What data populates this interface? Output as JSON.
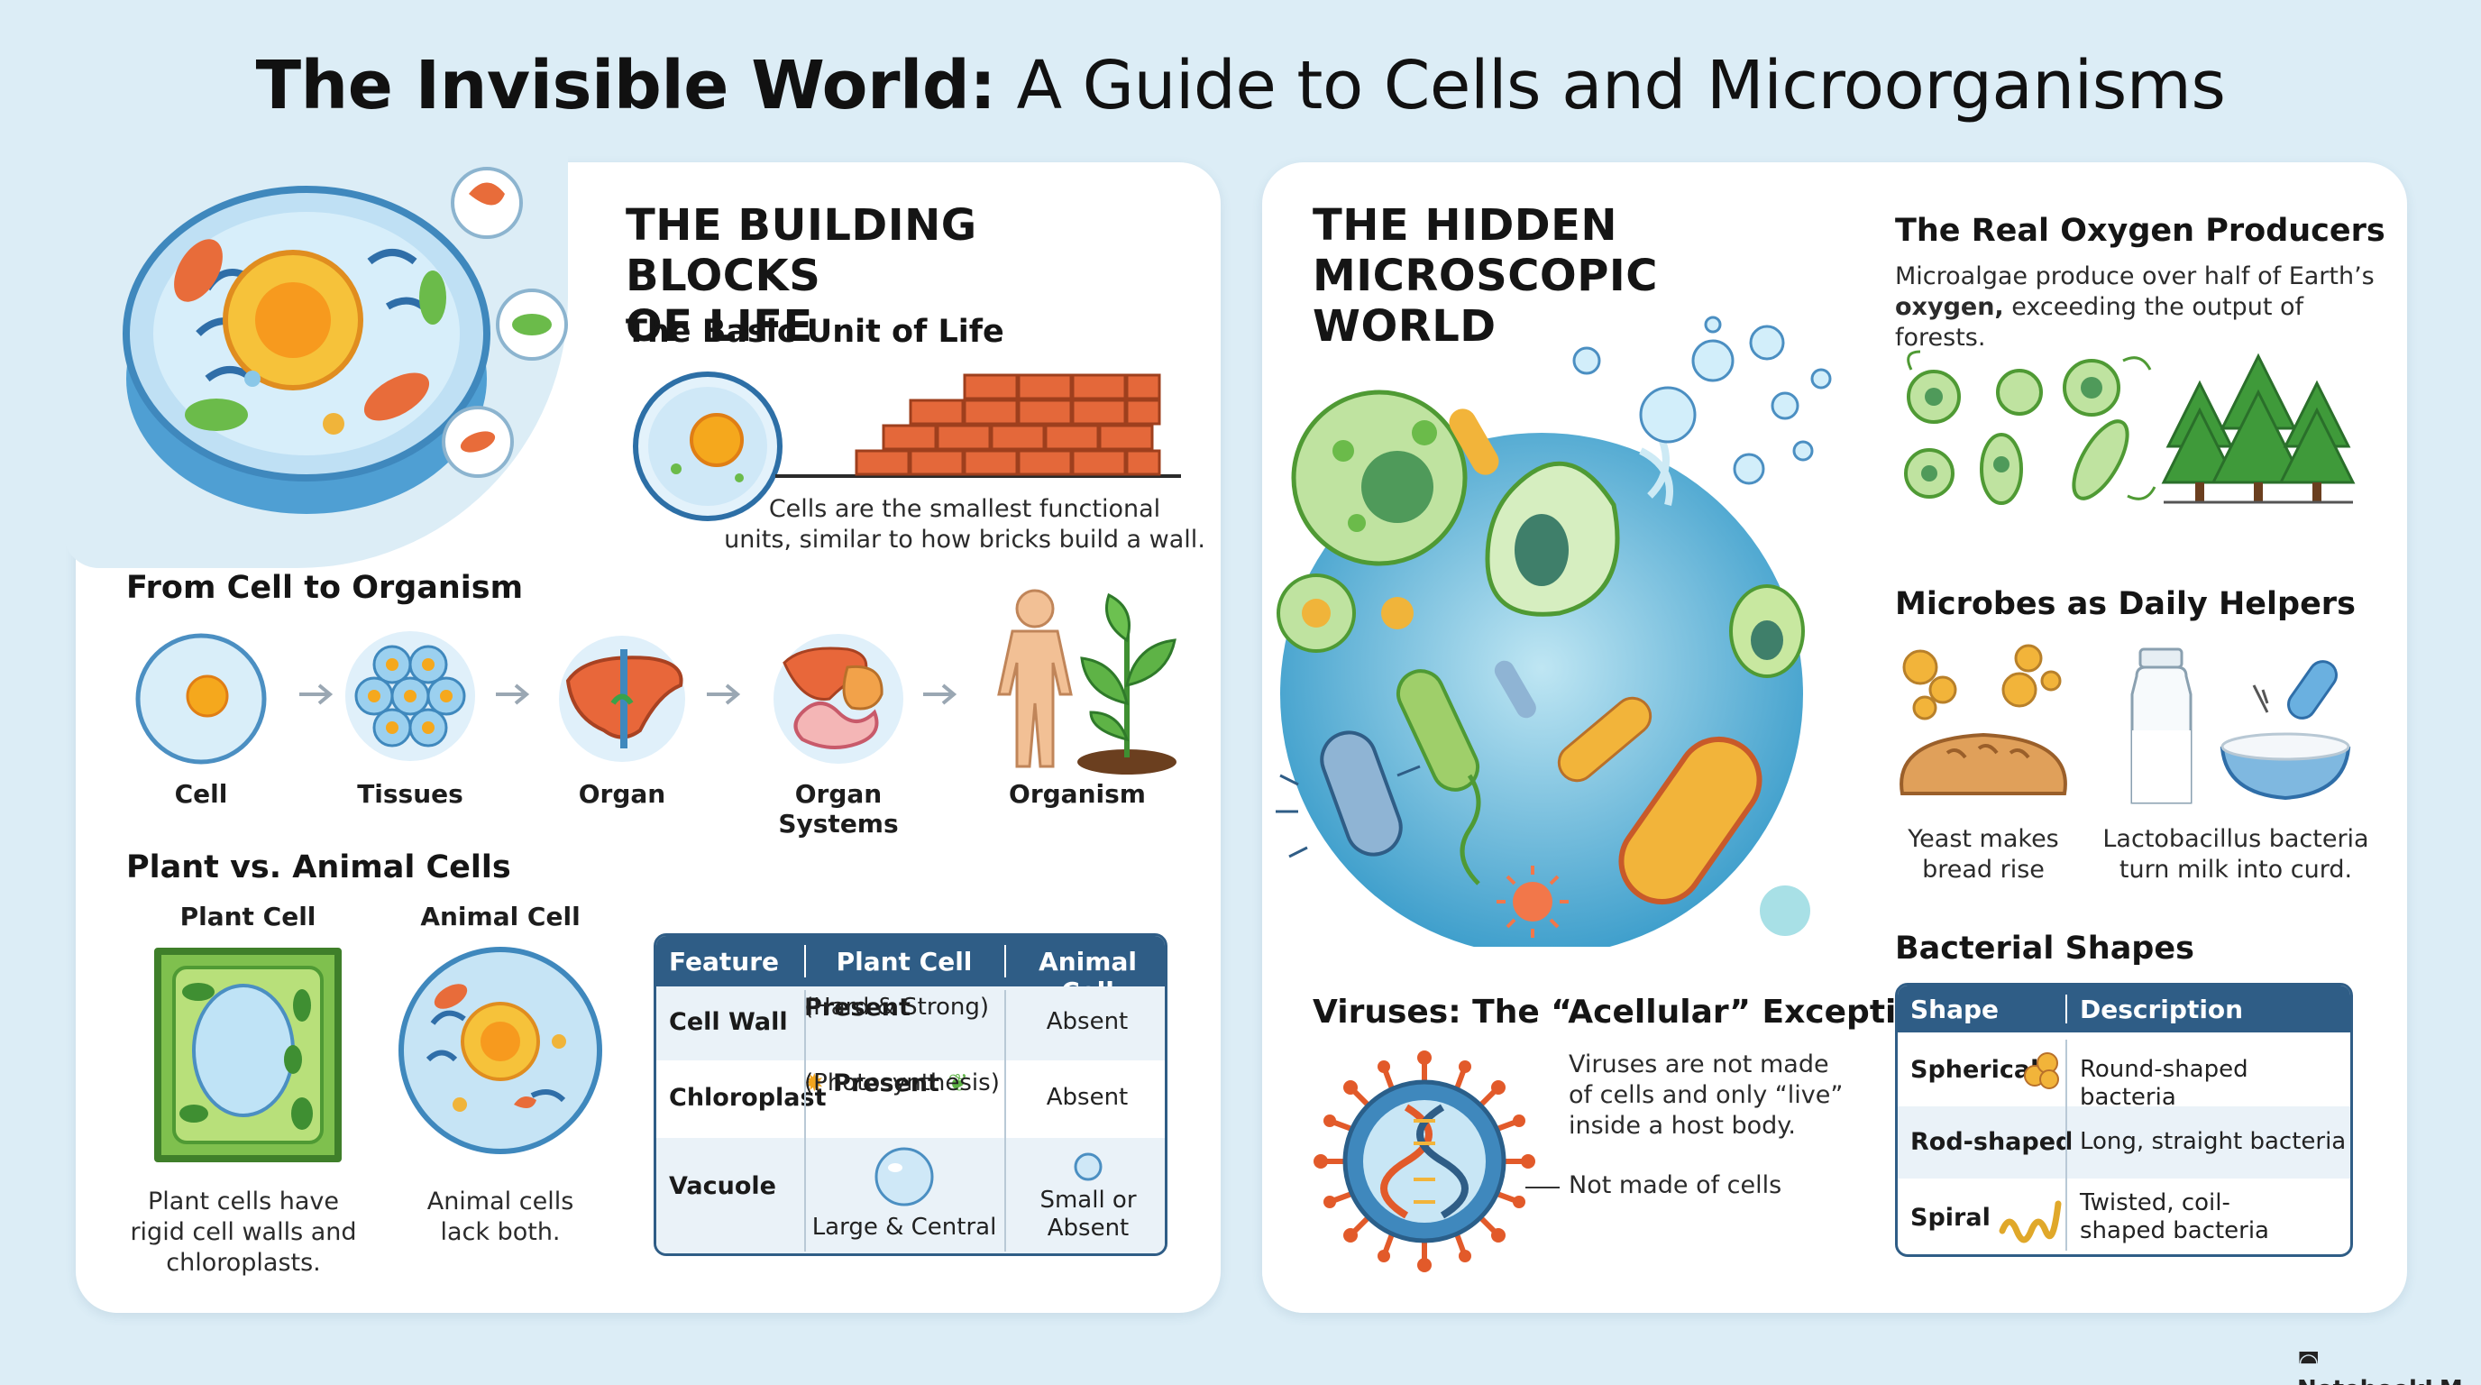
{
  "title": {
    "bold": "The Invisible World:",
    "regular": " A Guide to Cells and Microorganisms"
  },
  "left": {
    "building_blocks": {
      "heading_line1": "THE BUILDING BLOCKS",
      "heading_line2": "OF LIFE",
      "subheading": "The Basic Unit of Life",
      "caption_line1": "Cells are the smallest functional",
      "caption_line2": "units, similar to how bricks build a wall."
    },
    "cell_to_organism": {
      "heading": "From Cell to Organism",
      "steps": [
        "Cell",
        "Tissues",
        "Organ",
        "Organ Systems",
        "Organism"
      ]
    },
    "plant_vs_animal": {
      "heading": "Plant vs. Animal Cells",
      "plant_label": "Plant Cell",
      "animal_label": "Animal Cell",
      "plant_caption": [
        "Plant cells have",
        "rigid cell walls and",
        "chloroplasts."
      ],
      "animal_caption": [
        "Animal cells",
        "lack both."
      ],
      "table": {
        "headers": [
          "Feature",
          "Plant Cell",
          "Animal Cell"
        ],
        "rows": [
          {
            "feature": "Cell Wall",
            "plant_main": "Present",
            "plant_sub": "(Hard & Strong)",
            "animal": "Absent"
          },
          {
            "feature": "Chloroplast",
            "plant_main": "Present",
            "plant_sub": "(Photosynthesis)",
            "animal": "Absent"
          },
          {
            "feature": "Vacuole",
            "plant_main": "",
            "plant_sub": "Large & Central",
            "animal": "Small or Absent"
          }
        ]
      }
    }
  },
  "right": {
    "hidden_world": {
      "heading_line1": "THE HIDDEN",
      "heading_line2": "MICROSCOPIC WORLD"
    },
    "oxygen": {
      "heading": "The Real Oxygen Producers",
      "line1": "Microalgae produce over half of Earth’s",
      "line2_bold": "oxygen,",
      "line2_rest": " exceeding the output of forests."
    },
    "helpers": {
      "heading": "Microbes as Daily Helpers",
      "yeast_caption": [
        "Yeast makes",
        "bread rise"
      ],
      "lacto_caption": [
        "Lactobacillus bacteria",
        "turn milk into curd."
      ]
    },
    "viruses": {
      "heading": "Viruses: The “Acellular” Exception",
      "text": [
        "Viruses are not made",
        "of cells and only “live”",
        "inside a host body."
      ],
      "callout": "Not made of cells"
    },
    "bacterial_shapes": {
      "heading": "Bacterial Shapes",
      "headers": [
        "Shape",
        "Description"
      ],
      "rows": [
        {
          "shape": "Spherical",
          "description": "Round-shaped bacteria"
        },
        {
          "shape": "Rod-shaped",
          "description": "Long, straight bacteria"
        },
        {
          "shape": "Spiral",
          "description": "Twisted, coil-shaped bacteria"
        }
      ]
    }
  },
  "brand": "NotebookLM"
}
